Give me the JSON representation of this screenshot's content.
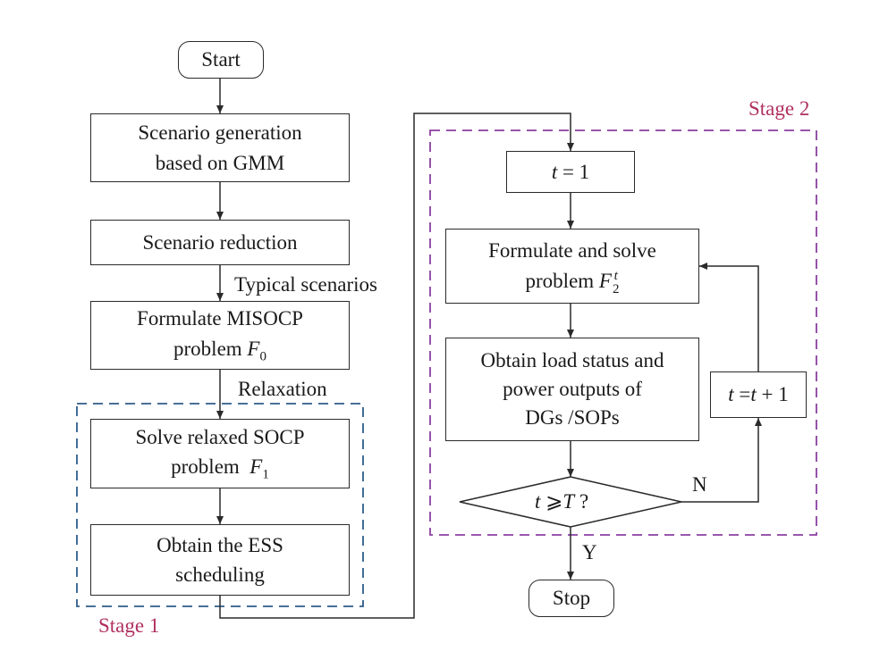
{
  "stage1": {
    "label": "Stage 1",
    "color": "#2e5c8a"
  },
  "stage2": {
    "label": "Stage 2",
    "color": "#8a3fa0"
  },
  "label_color": "#b03060",
  "nodes": {
    "start": "Start",
    "scenario_generation": [
      "Scenario generation",
      "based on GMM"
    ],
    "scenario_reduction": "Scenario reduction",
    "formulate_misocp": {
      "line1": "Formulate MISOCP",
      "line2_text": "problem",
      "var": "F",
      "sub": "0"
    },
    "solve_relaxed": {
      "line1": "Solve relaxed SOCP",
      "line2_text": "problem",
      "var": "F",
      "sub": "1"
    },
    "obtain_ess": [
      "Obtain the ESS",
      "scheduling"
    ],
    "t_init": {
      "var": "t",
      "eq": " = 1"
    },
    "formulate_solve": {
      "line1": "Formulate and solve",
      "line2_text": "problem",
      "var": "F",
      "sub": "2",
      "sup": "t"
    },
    "obtain_load": [
      "Obtain load status and",
      "power outputs of",
      "DGs /SOPs"
    ],
    "decision": {
      "var": "t",
      "op": " ⩾",
      "var2": "T",
      "q": " ?"
    },
    "t_increment": {
      "var": "t",
      "eq": " =",
      "var2": "t",
      "rest": " + 1"
    },
    "stop": "Stop"
  },
  "edge_labels": {
    "typical": "Typical scenarios",
    "relaxation": "Relaxation",
    "no": "N",
    "yes": "Y"
  }
}
